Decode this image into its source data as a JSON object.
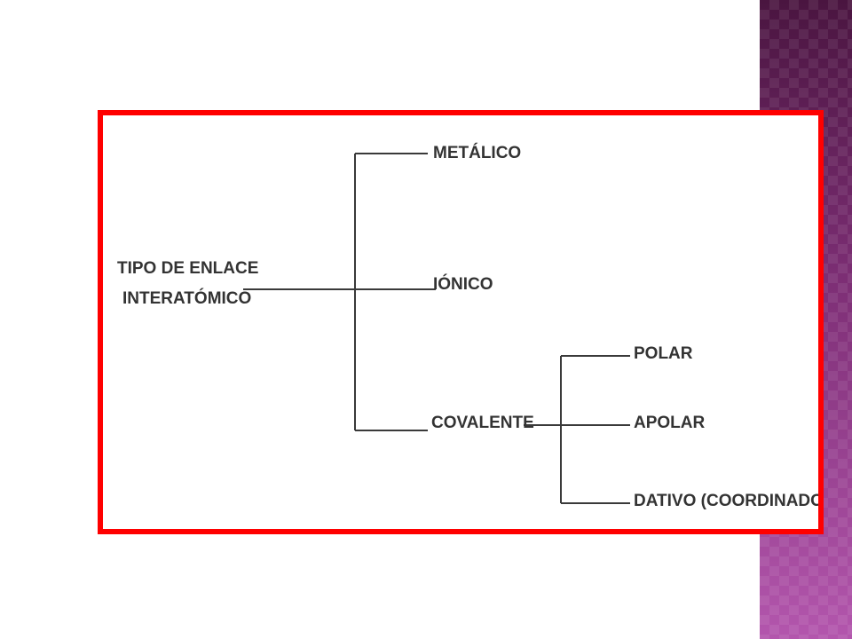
{
  "slide": {
    "accent_color": "#7a2f73",
    "frame_border_color": "#ff0000"
  },
  "diagram": {
    "root": {
      "line1": "TIPO DE ENLACE",
      "line2": "INTERATÓMICO"
    },
    "branches": {
      "metalico": "METÁLICO",
      "ionico": "IÓNICO",
      "covalente": "COVALENTE"
    },
    "covalente_types": {
      "polar": "POLAR",
      "apolar": "APOLAR",
      "dativo": "DATIVO (COORDINADO)"
    }
  }
}
